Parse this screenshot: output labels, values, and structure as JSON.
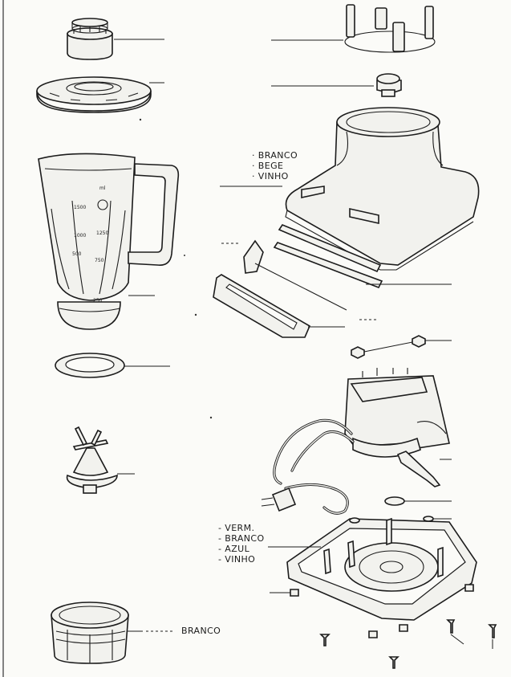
{
  "labels": {
    "housing_colors": [
      "BRANCO",
      "BEGE",
      "VINHO"
    ],
    "wire_colors": [
      "VERM.",
      "BRANCO",
      "AZUL",
      "VINHO"
    ],
    "coupling_color": "BRANCO"
  },
  "jar_scale": {
    "unit": "ml",
    "marks": [
      "1500",
      "1250",
      "1000",
      "750",
      "500",
      "250"
    ]
  },
  "colors": {
    "paper": "#fbfbf8",
    "ink": "#1c1c1c",
    "part_fill": "#f2f2ee"
  }
}
